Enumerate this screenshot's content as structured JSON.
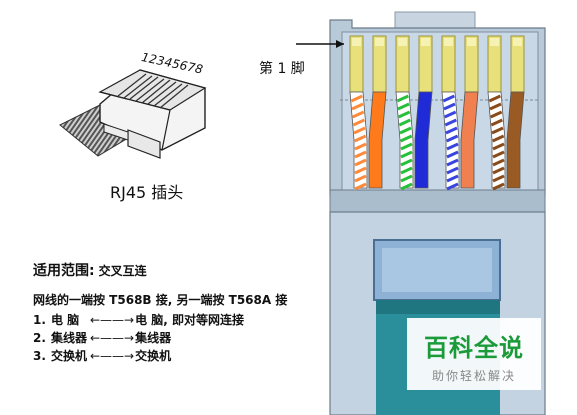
{
  "plug": {
    "pin_numbers": "12345678",
    "caption": "RJ45 插头"
  },
  "connector": {
    "pin1_label": "第 1 脚",
    "wires": [
      {
        "base": "#ffffff",
        "stripe": "#ff8a3a"
      },
      {
        "base": "#ff7a1a",
        "stripe": ""
      },
      {
        "base": "#ffffff",
        "stripe": "#26c03a"
      },
      {
        "base": "#1f2bd6",
        "stripe": ""
      },
      {
        "base": "#ffffff",
        "stripe": "#3a45e0"
      },
      {
        "base": "#f08050",
        "stripe": ""
      },
      {
        "base": "#ffffff",
        "stripe": "#8a4a1a"
      },
      {
        "base": "#9a5a24",
        "stripe": ""
      }
    ]
  },
  "usage": {
    "title": "适用范围:",
    "value": "交叉互连",
    "description": "网线的一端按 T568B 接, 另一端按 T568A 接",
    "items": [
      {
        "num": "1.",
        "a": "电 脑",
        "arrow": "←——→",
        "b": "电 脑, 即对等网连接"
      },
      {
        "num": "2.",
        "a": "集线器",
        "arrow": "←——→",
        "b": "集线器"
      },
      {
        "num": "3.",
        "a": "交换机",
        "arrow": "←——→",
        "b": "交换机"
      }
    ]
  },
  "watermark": {
    "main": "百科全说",
    "sub": "助你轻松解决",
    "color": "#1b9a3a"
  }
}
